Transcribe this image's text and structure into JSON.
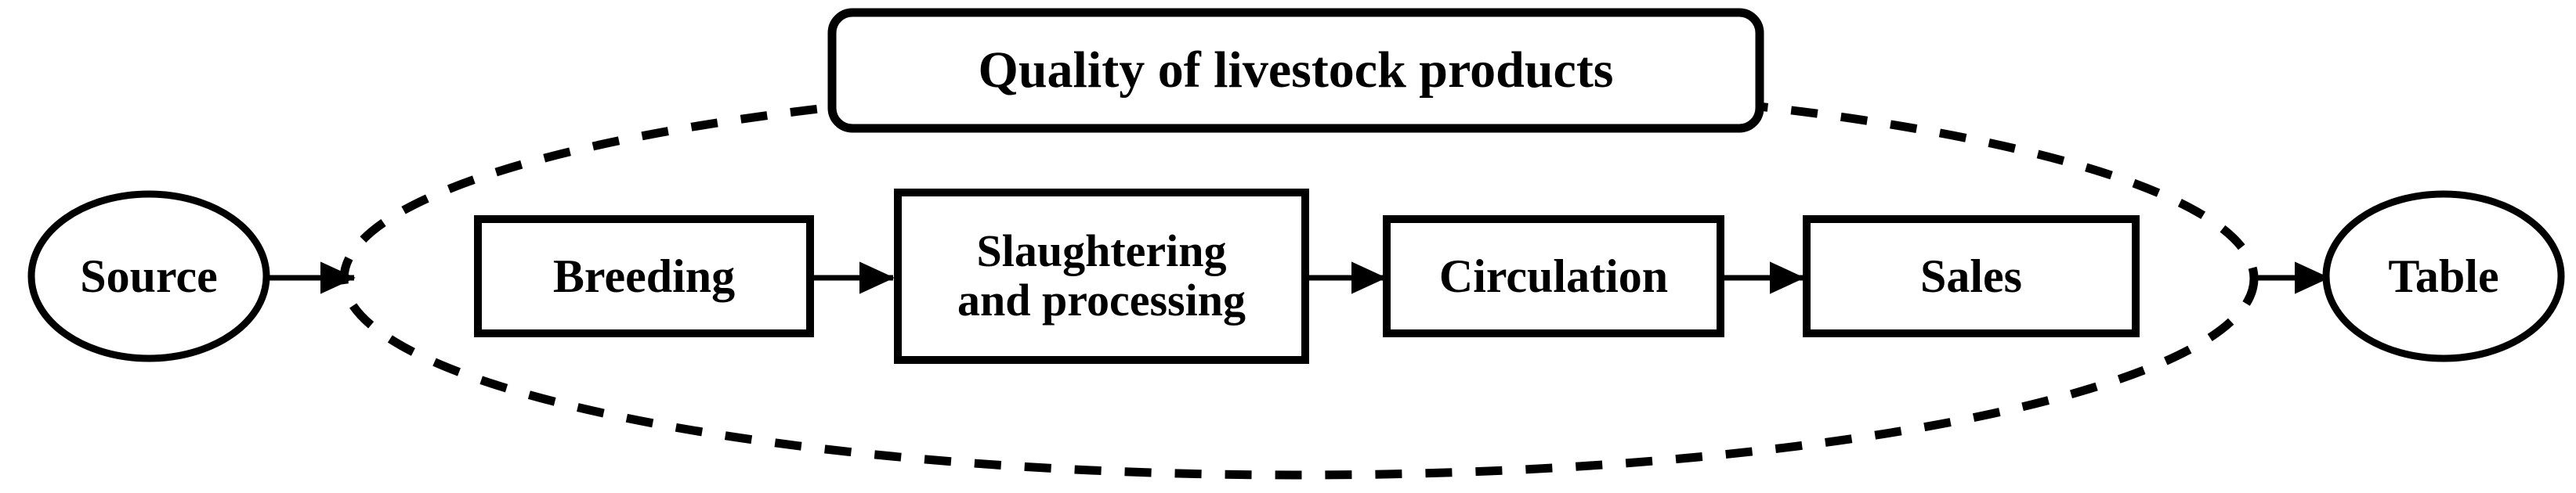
{
  "diagram": {
    "type": "flow-diagram",
    "title": "Livestock product quality supply chain",
    "colors": {
      "stroke": "#000000",
      "background": "#ffffff",
      "text": "#000000"
    },
    "grouping_box": {
      "label": "Quality of livestock products",
      "shape": "rounded-rectangle",
      "stroke": "#000000"
    },
    "grouping_boundary": {
      "shape": "dashed-ellipse",
      "stroke": "#000000",
      "style": "dashed",
      "encloses": [
        "Breeding",
        "Slaughtering and processing",
        "Circulation",
        "Sales"
      ]
    },
    "endpoints": [
      {
        "id": "source",
        "label": "Source",
        "shape": "ellipse"
      },
      {
        "id": "table",
        "label": "Table",
        "shape": "ellipse"
      }
    ],
    "stages": [
      {
        "id": "breeding",
        "label": "Breeding",
        "shape": "rectangle"
      },
      {
        "id": "slaughtering",
        "label": "Slaughtering\nand processing",
        "shape": "rectangle"
      },
      {
        "id": "circulation",
        "label": "Circulation",
        "shape": "rectangle"
      },
      {
        "id": "sales",
        "label": "Sales",
        "shape": "rectangle"
      }
    ],
    "connectors": [
      {
        "from": "source",
        "to": "grouping_boundary",
        "style": "solid-arrow"
      },
      {
        "from": "breeding",
        "to": "slaughtering",
        "style": "solid-arrow"
      },
      {
        "from": "slaughtering",
        "to": "circulation",
        "style": "solid-arrow"
      },
      {
        "from": "circulation",
        "to": "sales",
        "style": "solid-arrow"
      },
      {
        "from": "grouping_boundary",
        "to": "table",
        "style": "solid-arrow"
      }
    ]
  }
}
